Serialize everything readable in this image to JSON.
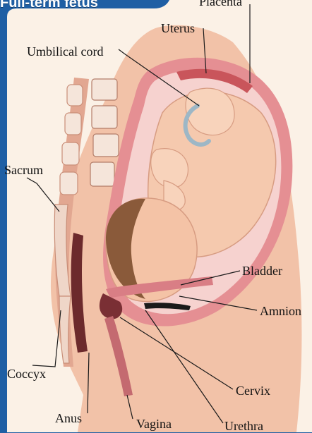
{
  "header": {
    "title": "Full-term fetus"
  },
  "labels": {
    "placenta": "Placenta",
    "uterus": "Uterus",
    "umbilical_cord": "Umbilical cord",
    "sacrum": "Sacrum",
    "bladder": "Bladder",
    "amnion": "Amnion",
    "coccyx": "Coccyx",
    "cervix": "Cervix",
    "anus": "Anus",
    "vagina": "Vagina",
    "urethra": "Urethra"
  },
  "colors": {
    "frame": "#1f5fa4",
    "panel": "#fbf1e6",
    "skin": "#f2c2a8",
    "uterus": "#e58f93",
    "amniotic_fluid": "#f6d2cf",
    "fetus": "#f5c9ae",
    "hair": "#8a5a3a",
    "vertebra": "#f5e5da",
    "leader": "#1a1a1a"
  }
}
